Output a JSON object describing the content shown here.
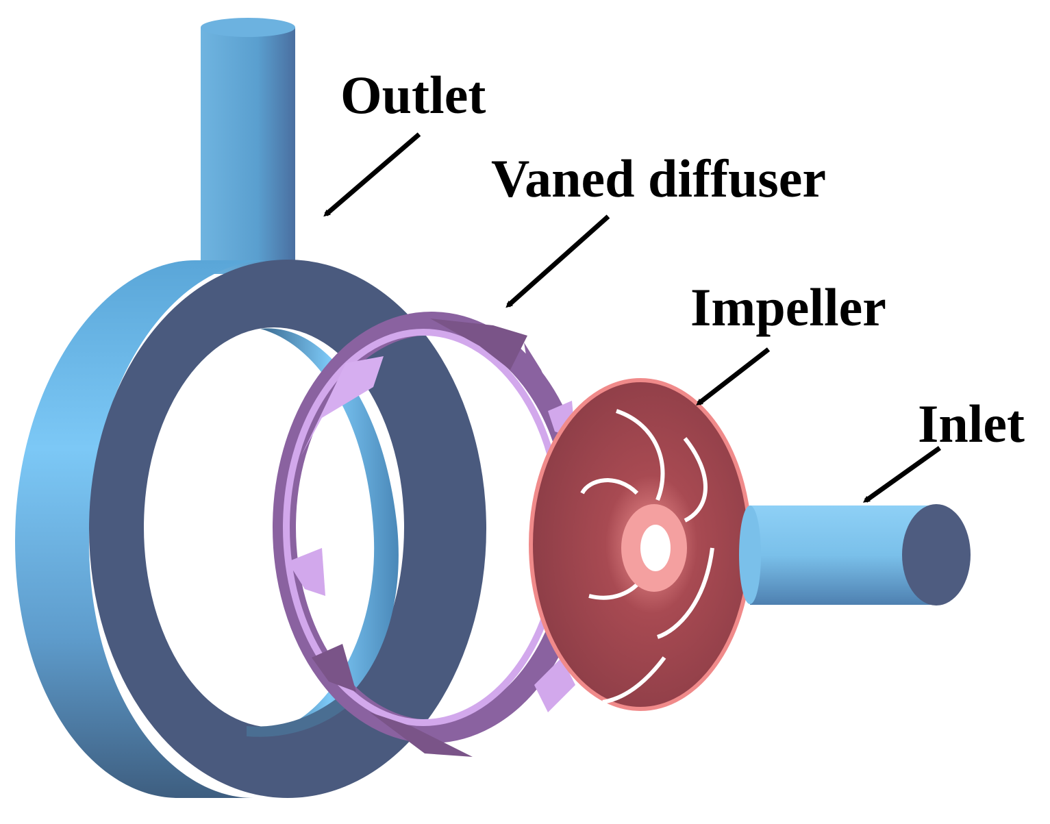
{
  "labels": {
    "outlet": "Outlet",
    "vaned_diffuser": "Vaned diffuser",
    "impeller": "Impeller",
    "inlet": "Inlet"
  },
  "components": [
    {
      "id": "volute",
      "color": "#4a5a7c",
      "highlight": "#7ac8f4"
    },
    {
      "id": "outlet-pipe",
      "color": "#5aa3d3"
    },
    {
      "id": "vaned-diffuser",
      "color": "#7a5488",
      "highlight": "#d2a8ec"
    },
    {
      "id": "impeller",
      "color": "#8e3e48",
      "highlight": "#f08a8a"
    },
    {
      "id": "inlet-pipe",
      "color": "#7ec4ec",
      "end": "#4e5c80"
    }
  ],
  "arrow_color": "#000000"
}
